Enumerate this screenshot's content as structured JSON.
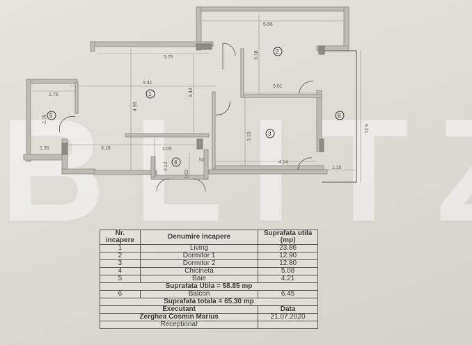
{
  "watermark": "BLITZ",
  "floor_plan": {
    "rooms": [
      {
        "id": "1",
        "label": "1"
      },
      {
        "id": "2",
        "label": "2"
      },
      {
        "id": "3",
        "label": "3"
      },
      {
        "id": "4",
        "label": "4"
      },
      {
        "id": "5",
        "label": "5"
      },
      {
        "id": "6",
        "label": "6"
      }
    ],
    "dimensions": {
      "living_top_width": "5.75",
      "living_width": "5.41",
      "living_depth": "4.96",
      "living_right_depth": "3.43",
      "living_bottom_width": "3.18",
      "bath_width": "1.75",
      "bath_depth": "2.78",
      "bath_small_width": "1.05",
      "kitchen_width": "2.05",
      "kitchen_depth": "2.12",
      "kitchen_inner": "1.52",
      "kitchen_small": ".52",
      "bedroom1_width": "5.66",
      "bedroom1_depth": "3.18",
      "bedroom1_bottom": "3.01",
      "bedroom2_depth": "3.10",
      "bedroom2_width": "4.14",
      "balcony_length": "5.21",
      "balcony_width": "1.15"
    }
  },
  "table": {
    "headers": {
      "nr": "Nr. incapere",
      "name": "Denumire incapere",
      "area": "Suprafata utila (mp)"
    },
    "rows": [
      {
        "nr": "1",
        "name": "Living",
        "area": "23.86"
      },
      {
        "nr": "2",
        "name": "Dormitor 1",
        "area": "12.90"
      },
      {
        "nr": "3",
        "name": "Dormitor 2",
        "area": "12.80"
      },
      {
        "nr": "4",
        "name": "Chicineta",
        "area": "5.08"
      },
      {
        "nr": "5",
        "name": "Baie",
        "area": "4.21"
      }
    ],
    "useful_total": "Suprafata Utila = 58.85 mp",
    "balcony": {
      "nr": "6",
      "name": "Balcon",
      "area": "6.45"
    },
    "grand_total": "Suprafata totala = 65.30 mp",
    "executant_label": "Executant",
    "date_label": "Data",
    "executant_name": "Zerghea Cosmin Marius",
    "date": "21.07.2020",
    "receptionat_label": "Receptionat"
  }
}
